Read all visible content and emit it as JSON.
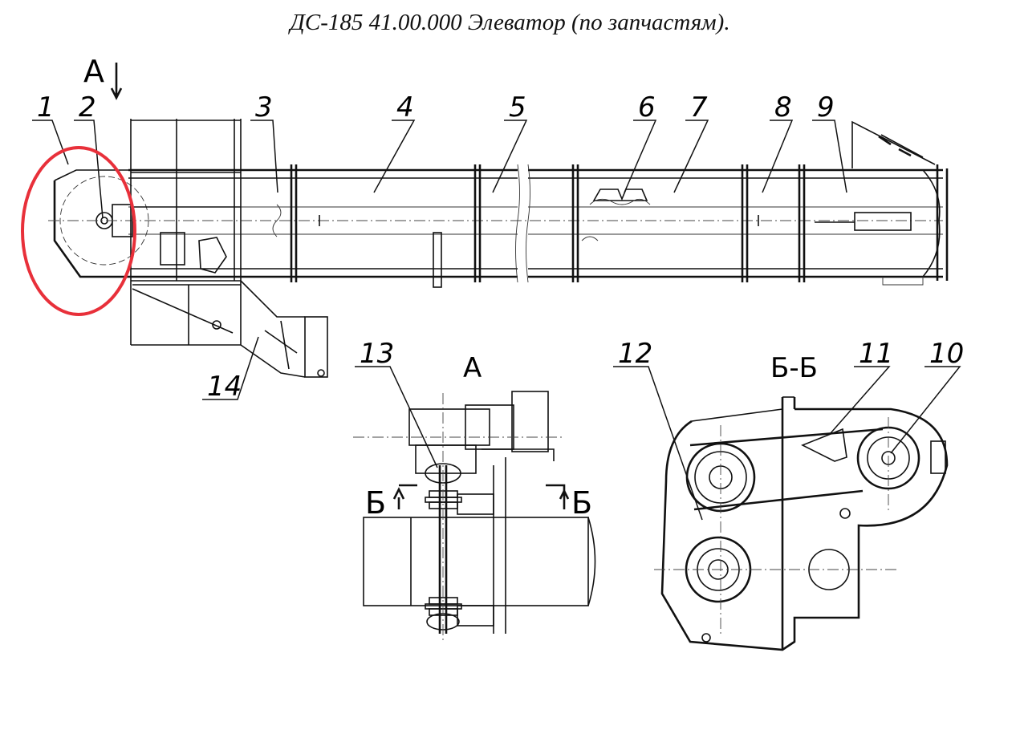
{
  "title": "ДС-185 41.00.000  Элеватор (по запчастям).",
  "view_labels": {
    "view_a_arrow": "А",
    "view_a": "А",
    "section": "Б-Б",
    "section_mark_left": "Б",
    "section_mark_right": "Б"
  },
  "callouts": [
    "1",
    "2",
    "3",
    "4",
    "5",
    "6",
    "7",
    "8",
    "9",
    "10",
    "11",
    "12",
    "13",
    "14"
  ],
  "highlight_color": "#e8303a"
}
